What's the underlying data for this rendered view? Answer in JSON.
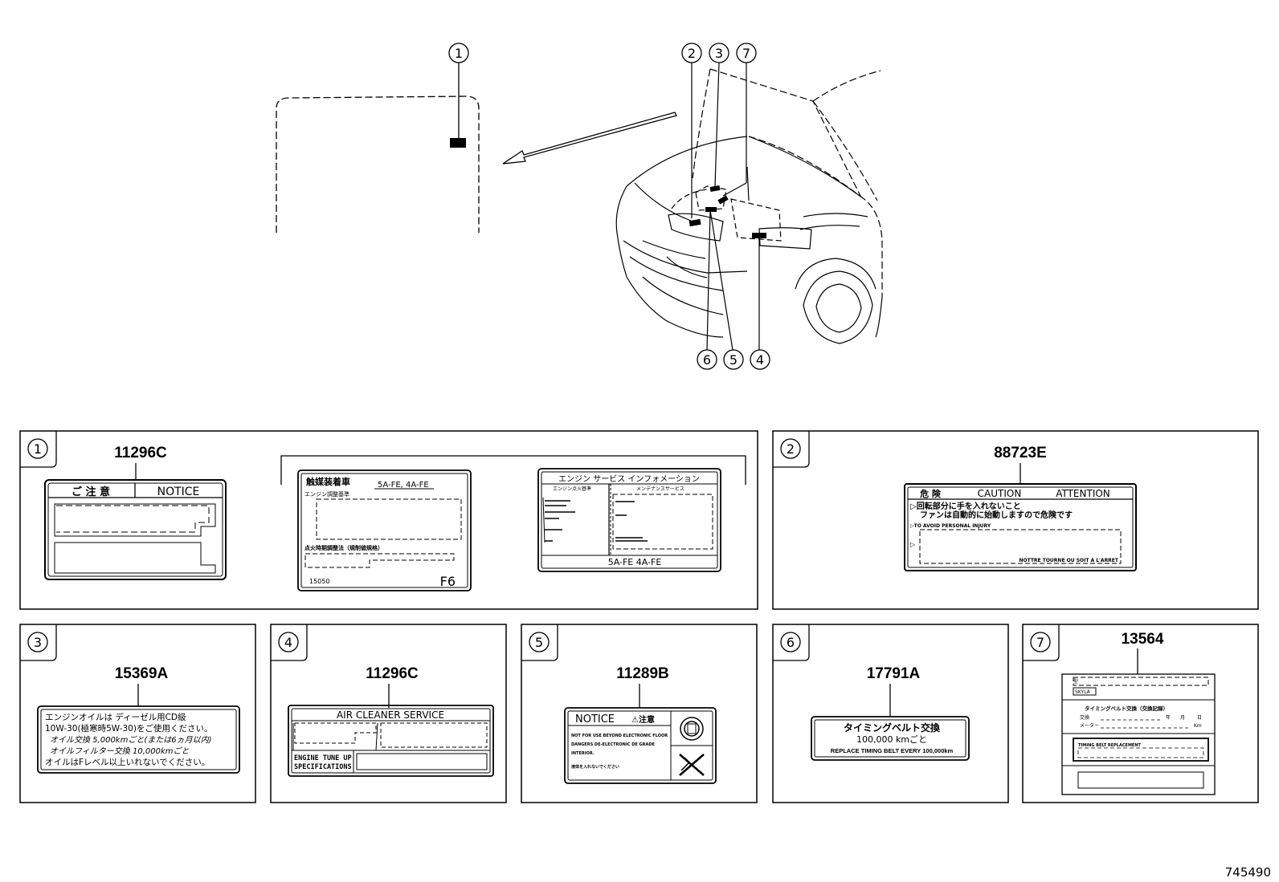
{
  "callouts": [
    "1",
    "2",
    "3",
    "4",
    "5",
    "6",
    "7"
  ],
  "panels": [
    {
      "num": "1",
      "part": "11296C"
    },
    {
      "num": "2",
      "part": "88723E"
    },
    {
      "num": "3",
      "part": "15369A"
    },
    {
      "num": "4",
      "part": "11296C"
    },
    {
      "num": "5",
      "part": "11289B"
    },
    {
      "num": "6",
      "part": "17791A"
    },
    {
      "num": "7",
      "part": "13564"
    }
  ],
  "label1": {
    "notice_jp": "ご 注 意",
    "notice_en": "NOTICE",
    "emission_title": "触媒装着車",
    "emission_engines": "5A-FE, 4A-FE",
    "emission_sub1": "エンジン調整基準",
    "emission_sub2": "点火時期調整法（規制値規格）",
    "emission_code": "15050",
    "emission_mark": "F6",
    "service_title": "エンジン サービス インフォメーション",
    "service_col1": "エンジン点火基準",
    "service_col2": "メンテナンスサービス",
    "service_engines": "5A-FE 4A-FE"
  },
  "label2": {
    "head_jp": "危 険",
    "head_caution": "CAUTION",
    "head_attention": "ATTENTION",
    "line1": "▷回転部分に手を入れないこと",
    "line2": "ファンは自動的に始動しますので危険です",
    "line3": "▷TO AVOID PERSONAL INJURY",
    "line4": "▷",
    "line5": "NOTTRE TOURNE OU SOIT A L'ARRET"
  },
  "label3": {
    "line1": "エンジンオイルは  ディーゼル用CD級",
    "line2": "10W-30(極寒時5W-30)をご使用ください。",
    "line3": "オイル交換  5,000kmごと(または6ヵ月以内)",
    "line4": "オイルフィルター交換  10,000kmごと",
    "line5": "オイルはFレベル以上いれないでください。"
  },
  "label4": {
    "head": "AIR CLEANER SERVICE",
    "spec1": "ENGINE TUNE UP",
    "spec2": "SPECIFICATIONS"
  },
  "label5": {
    "head": "NOTICE",
    "head_jp": "⚠注意",
    "l1": "NOT FOR USE BEYOND ELECTRONIC FLOOR",
    "l2": "DANGERS DE-ELECTRONIC DE GRADE",
    "l3": "INTERIOR.",
    "l4": "液体を入れないでください"
  },
  "label6": {
    "line1": "タイミングベルト交換",
    "line2": "100,000 kmごと",
    "line3": "REPLACE TIMING BELT EVERY 100,000km"
  },
  "label7": {
    "row1": "型",
    "row2": "SKYLA",
    "mid1": "タイミングベルト交換（交換記録）",
    "mid2": "交換",
    "mid3": "年",
    "mid4": "月",
    "mid5": "日",
    "mid6": "メーター",
    "mid7": "Km",
    "box": "TIMING BELT REPLACEMENT"
  },
  "figure_id": "745490"
}
